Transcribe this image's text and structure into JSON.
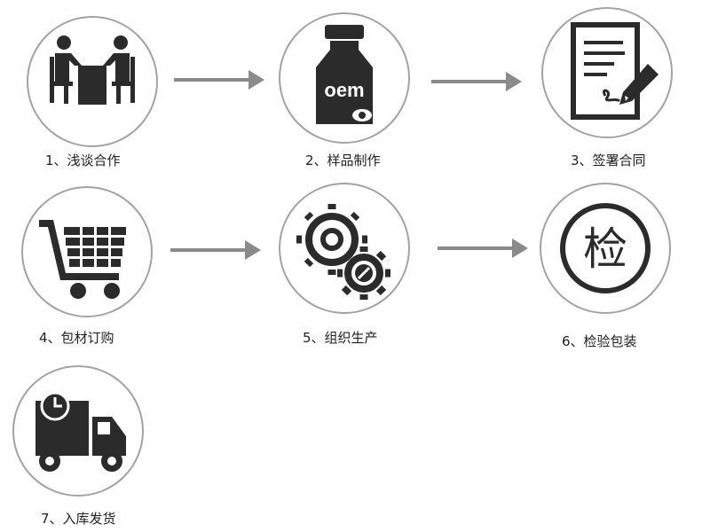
{
  "steps": [
    {
      "label": "1、浅谈合作",
      "icon": "meeting-icon"
    },
    {
      "label": "2、样品制作",
      "icon": "oem-bottle-icon"
    },
    {
      "label": "3、签署合同",
      "icon": "contract-sign-icon"
    },
    {
      "label": "4、包材订购",
      "icon": "shopping-cart-icon"
    },
    {
      "label": "5、组织生产",
      "icon": "gears-icon"
    },
    {
      "label": "6、检验包装",
      "icon": "inspection-icon"
    },
    {
      "label": "7、入库发货",
      "icon": "delivery-truck-icon"
    }
  ],
  "bottle_text": "oem",
  "inspect_char": "检",
  "colors": {
    "icon": "#2b2b2b",
    "ring": "#a3a3a3",
    "arrow": "#8a8a8a"
  }
}
